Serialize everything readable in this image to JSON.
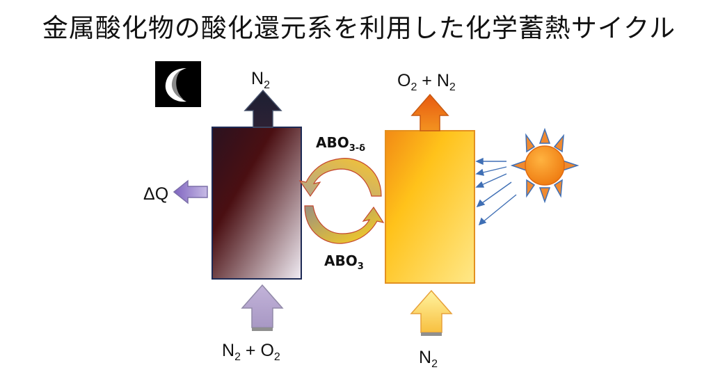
{
  "title": "金属酸化物の酸化還元系を利用した化学蓄熱サイクル",
  "diagram": {
    "left_reactor": {
      "top_output": {
        "main": "N",
        "sub": "2"
      },
      "bottom_input": {
        "main1": "N",
        "sub1": "2",
        "op": " + O",
        "sub2": "2"
      },
      "side_output": "ΔQ"
    },
    "right_reactor": {
      "top_output": {
        "main1": "O",
        "sub1": "2",
        "op": " + N",
        "sub2": "2"
      },
      "bottom_input": {
        "main": "N",
        "sub": "2"
      }
    },
    "cycle": {
      "upper": {
        "main": "ABO",
        "sub": "3-δ"
      },
      "lower": {
        "main": "ABO",
        "sub": "3"
      }
    }
  },
  "colors": {
    "left_top": "#3a1420",
    "left_bottom": "#e9e3ee",
    "right_top": "#f59a1c",
    "right_bottom": "#ffe784",
    "sun": "#f7941d",
    "sun_rays": "#3f6fb5"
  }
}
